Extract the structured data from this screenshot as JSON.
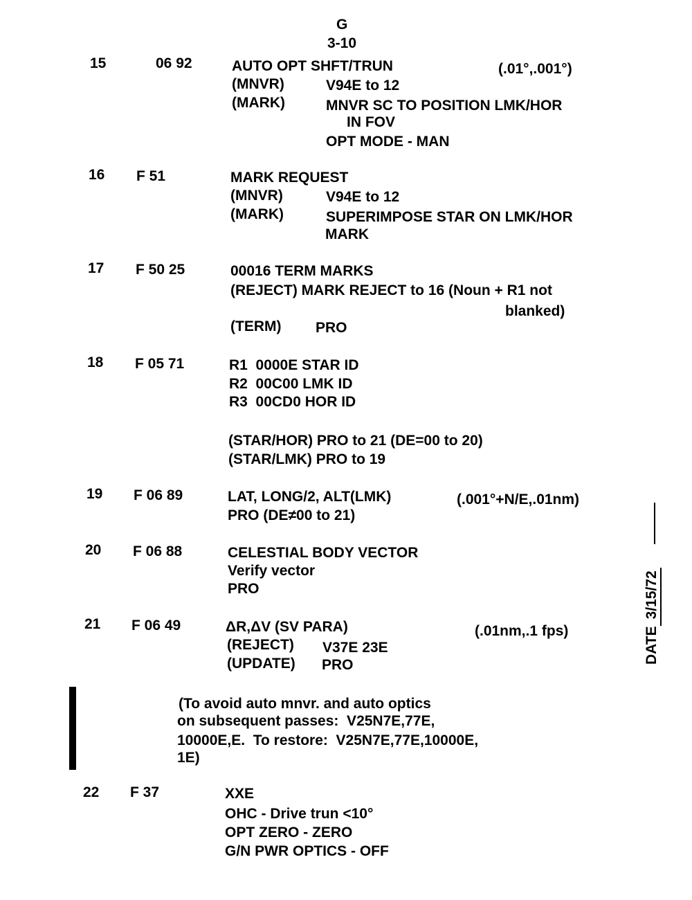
{
  "header": {
    "section": "G",
    "page": "3-10"
  },
  "steps": [
    {
      "num": "15",
      "code": "06 92",
      "lines": [
        "AUTO OPT SHFT/TRUN",
        "(MNVR)",
        "V94E to 12",
        "(MARK)",
        "MNVR SC TO POSITION LMK/HOR",
        "IN FOV",
        "OPT MODE - MAN"
      ],
      "units": "(.01°,.001°)"
    },
    {
      "num": "16",
      "code": "F 51",
      "lines": [
        "MARK REQUEST",
        "(MNVR)",
        "V94E to 12",
        "(MARK)",
        "SUPERIMPOSE STAR ON LMK/HOR",
        "MARK"
      ]
    },
    {
      "num": "17",
      "code": "F 50 25",
      "lines": [
        "00016 TERM MARKS",
        "(REJECT) MARK REJECT to 16 (Noun + R1 not",
        "blanked)",
        "(TERM)",
        "PRO"
      ]
    },
    {
      "num": "18",
      "code": "F 05 71",
      "lines": [
        "R1  0000E STAR ID",
        "R2  00C00 LMK ID",
        "R3  00CD0 HOR ID",
        "(STAR/HOR) PRO to 21 (DE=00 to 20)",
        "(STAR/LMK) PRO to 19"
      ]
    },
    {
      "num": "19",
      "code": "F 06 89",
      "lines": [
        "LAT, LONG/2, ALT(LMK)",
        "PRO (DE≠00 to 21)"
      ],
      "units": "(.001°+N/E,.01nm)"
    },
    {
      "num": "20",
      "code": "F 06 88",
      "lines": [
        "CELESTIAL BODY VECTOR",
        "Verify vector",
        "PRO"
      ]
    },
    {
      "num": "21",
      "code": "F 06 49",
      "lines": [
        "ΔR,ΔV (SV PARA)",
        "(REJECT)",
        "V37E 23E",
        "(UPDATE)",
        "PRO"
      ],
      "units": "(.01nm,.1 fps)"
    },
    {
      "num": "22",
      "code": "F 37",
      "lines": [
        "XXE",
        "OHC - Drive trun <10°",
        "OPT ZERO - ZERO",
        "G/N PWR OPTICS - OFF"
      ]
    }
  ],
  "note": [
    "(To avoid auto mnvr. and auto optics",
    "on subsequent passes:  V25N7E,77E,",
    "10000E,E.  To restore:  V25N7E,77E,10000E,",
    "1E)"
  ],
  "date": {
    "label": "DATE",
    "value": "3/15/72"
  }
}
